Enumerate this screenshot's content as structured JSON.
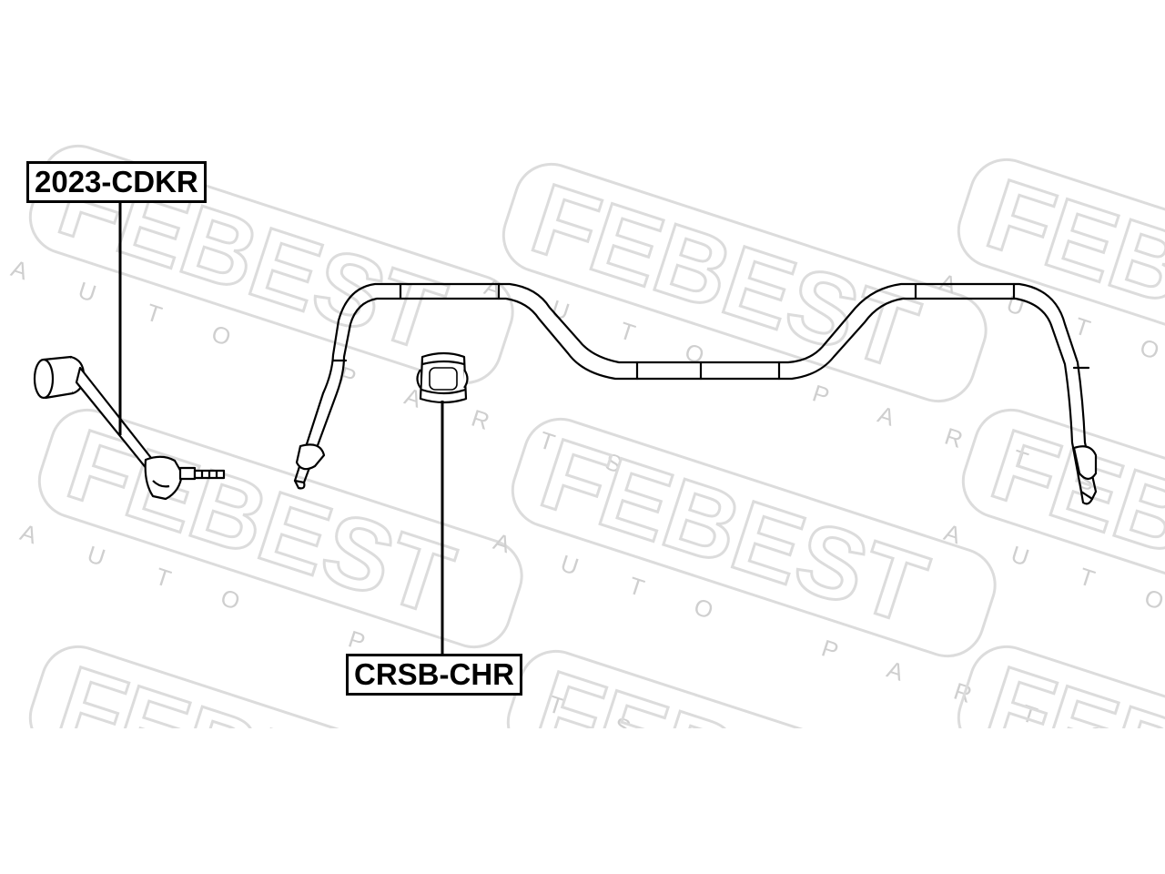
{
  "watermark": {
    "brand": "FEBEST",
    "tagline": "AUTO PARTS",
    "color": "#dcdcdc"
  },
  "parts": [
    {
      "part_number": "2023-CDKR",
      "component": "stabilizer-link"
    },
    {
      "part_number": "CRSB-CHR",
      "component": "stabilizer-bushing"
    }
  ],
  "colors": {
    "line": "#000000",
    "label_border": "#000000",
    "background": "#ffffff"
  }
}
